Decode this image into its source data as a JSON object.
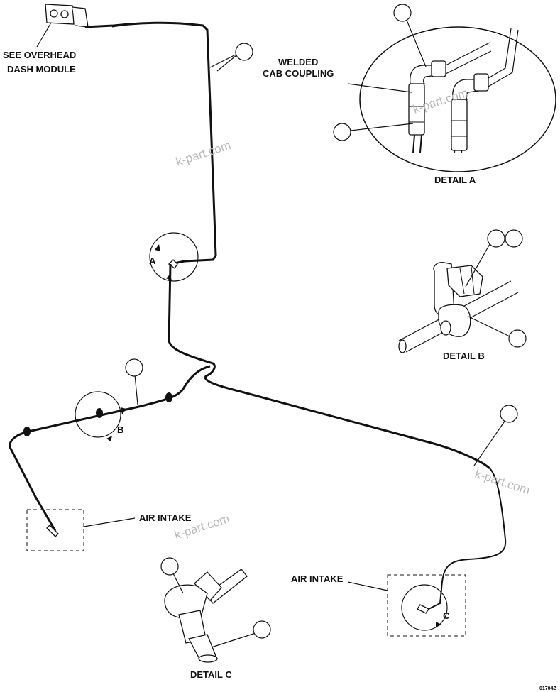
{
  "labels": {
    "overhead_line1": "SEE OVERHEAD",
    "overhead_line2": "DASH MODULE",
    "welded_line1": "WELDED",
    "welded_line2": "CAB COUPLING",
    "detail_a": "DETAIL A",
    "detail_b": "DETAIL B",
    "detail_c": "DETAIL C",
    "air_intake_left": "AIR INTAKE",
    "air_intake_right": "AIR INTAKE",
    "view_a": "A",
    "view_b": "B",
    "view_c": "C",
    "figure_code": "01704Z"
  },
  "watermarks": [
    "k-part.com",
    "k-part.com",
    "k-part.com",
    "k-part.com"
  ]
}
